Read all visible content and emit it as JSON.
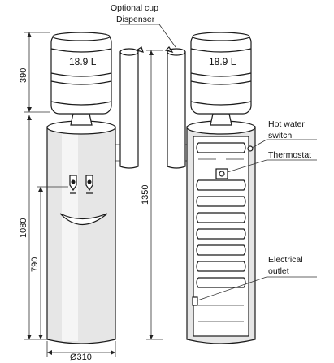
{
  "bottle_left": {
    "capacity_label": "18.9 L"
  },
  "bottle_right": {
    "capacity_label": "18.9 L"
  },
  "dimensions": {
    "bottle_height": "390",
    "total_height": "1080",
    "tap_height": "790",
    "cup_dispenser_height": "1350",
    "diameter": "Ø310"
  },
  "callouts": {
    "cup_dispenser_line1": "Optional cup",
    "cup_dispenser_line2": "Dispenser",
    "hot_water_line1": "Hot water",
    "hot_water_line2": "switch",
    "thermostat": "Thermostat",
    "outlet_line1": "Electrical",
    "outlet_line2": "outlet"
  }
}
